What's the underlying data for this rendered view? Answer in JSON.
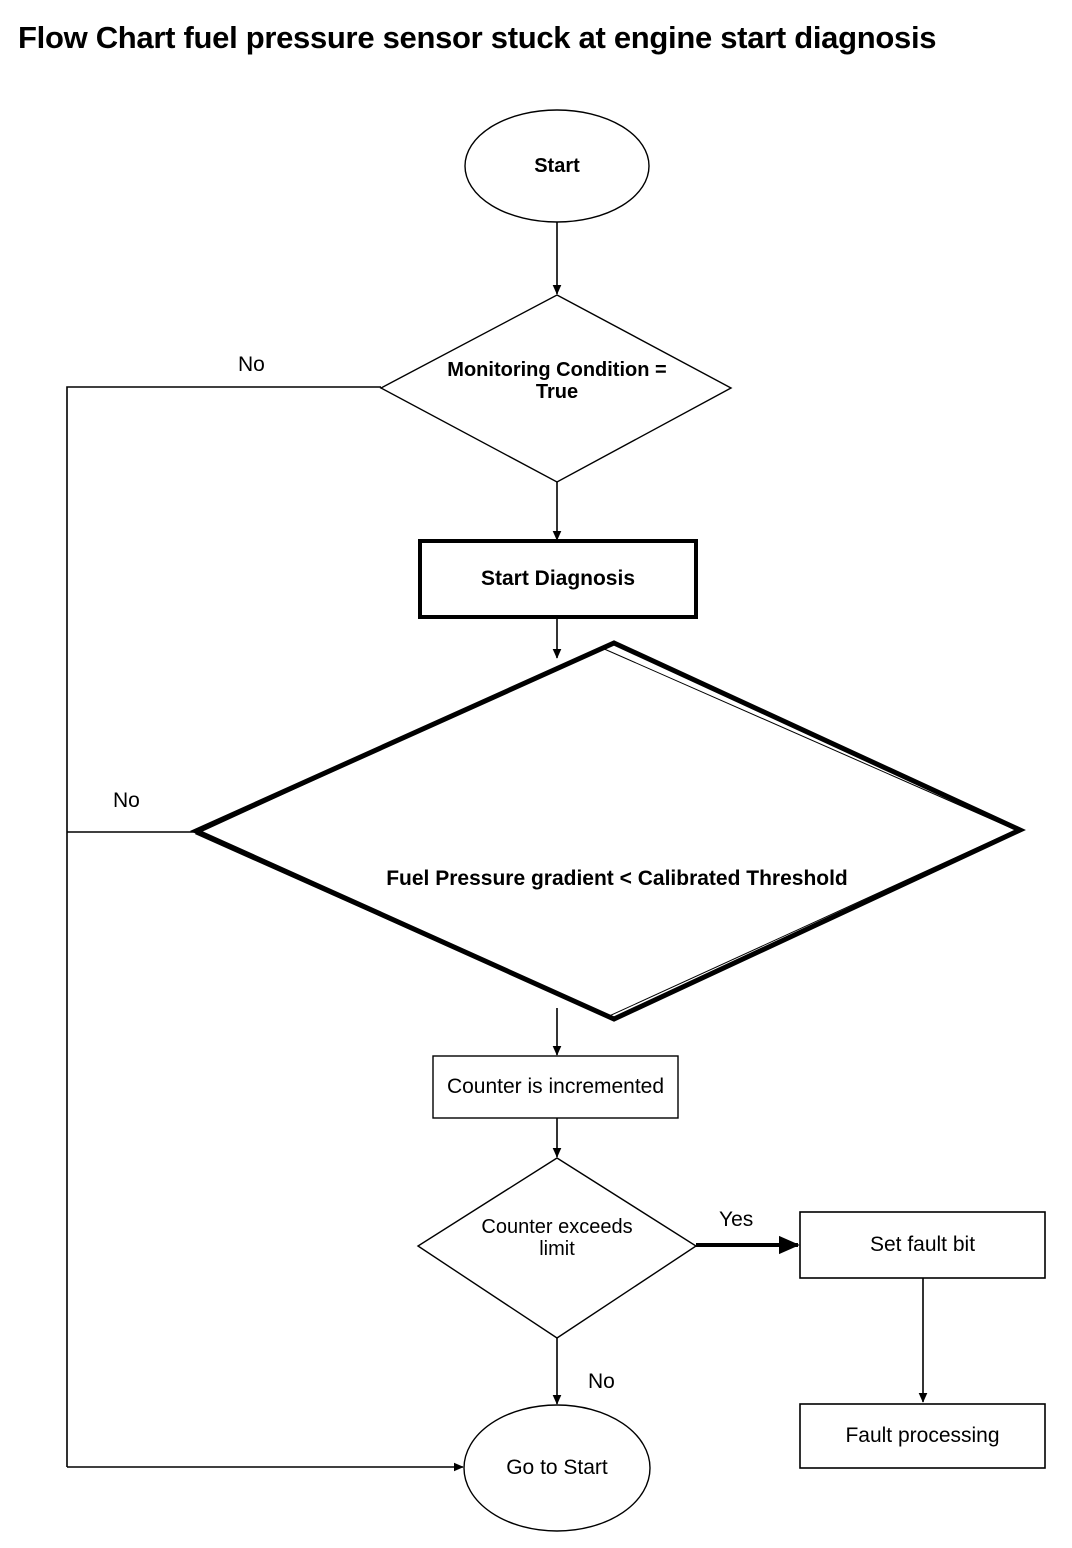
{
  "title": "Flow Chart fuel pressure sensor stuck at engine start diagnosis",
  "chart_data": {
    "type": "diagram",
    "diagram_kind": "flowchart",
    "title": "Flow Chart fuel pressure sensor stuck at engine start diagnosis",
    "background": "#ffffff",
    "stroke": "#000000",
    "nodes": [
      {
        "id": "start",
        "shape": "ellipse",
        "label": "Start",
        "bold": true,
        "thick": false
      },
      {
        "id": "monitoring",
        "shape": "diamond",
        "label": "Monitoring Condition =\nTrue",
        "bold": true,
        "thick": false
      },
      {
        "id": "startdiag",
        "shape": "rectangle",
        "label": "Start Diagnosis",
        "bold": true,
        "thick": true
      },
      {
        "id": "gradient",
        "shape": "diamond-big",
        "label": "Fuel Pressure gradient < Calibrated Threshold",
        "bold": true,
        "thick": true
      },
      {
        "id": "counterinc",
        "shape": "rectangle",
        "label": "Counter is incremented",
        "bold": false,
        "thick": false
      },
      {
        "id": "counterlimit",
        "shape": "diamond",
        "label": "Counter exceeds\nlimit",
        "bold": false,
        "thick": false
      },
      {
        "id": "setfault",
        "shape": "rectangle",
        "label": "Set fault bit",
        "bold": false,
        "thick": false
      },
      {
        "id": "faultproc",
        "shape": "rectangle",
        "label": "Fault processing",
        "bold": false,
        "thick": false
      },
      {
        "id": "gotostart",
        "shape": "ellipse",
        "label": "Go to Start",
        "bold": false,
        "thick": false
      }
    ],
    "edges": [
      {
        "from": "start",
        "to": "monitoring",
        "label": ""
      },
      {
        "from": "monitoring",
        "to": "gotostart",
        "label": "No"
      },
      {
        "from": "monitoring",
        "to": "startdiag",
        "label": ""
      },
      {
        "from": "startdiag",
        "to": "gradient",
        "label": ""
      },
      {
        "from": "gradient",
        "to": "gotostart",
        "label": "No"
      },
      {
        "from": "gradient",
        "to": "counterinc",
        "label": ""
      },
      {
        "from": "counterinc",
        "to": "counterlimit",
        "label": ""
      },
      {
        "from": "counterlimit",
        "to": "setfault",
        "label": "Yes"
      },
      {
        "from": "counterlimit",
        "to": "gotostart",
        "label": "No"
      },
      {
        "from": "setfault",
        "to": "faultproc",
        "label": ""
      }
    ]
  },
  "nodes": {
    "start": "Start",
    "monitoring_line1": "Monitoring Condition =",
    "monitoring_line2": "True",
    "start_diagnosis": "Start Diagnosis",
    "gradient": "Fuel Pressure gradient < Calibrated Threshold",
    "counter_incremented": "Counter is incremented",
    "counter_limit_line1": "Counter exceeds",
    "counter_limit_line2": "limit",
    "set_fault_bit": "Set fault bit",
    "fault_processing": "Fault processing",
    "go_to_start": "Go to Start"
  },
  "edge_labels": {
    "monitoring_no": "No",
    "gradient_no": "No",
    "counter_yes": "Yes",
    "counter_no": "No"
  }
}
